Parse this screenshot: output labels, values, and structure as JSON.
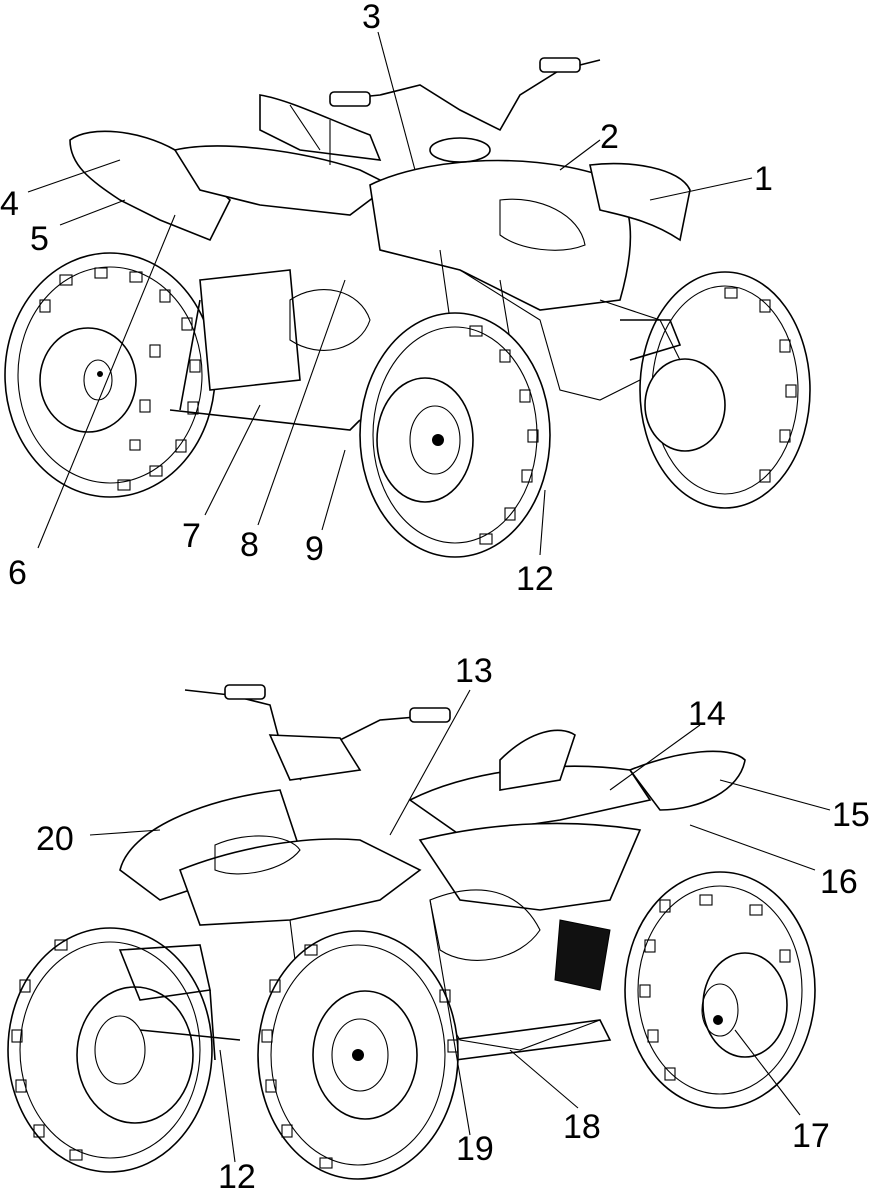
{
  "diagram": {
    "top_view_callouts": [
      "1",
      "2",
      "3",
      "4",
      "5",
      "6",
      "7",
      "8",
      "9",
      "12"
    ],
    "bottom_view_callouts": [
      "13",
      "14",
      "15",
      "16",
      "17",
      "18",
      "19",
      "20",
      "12"
    ]
  }
}
